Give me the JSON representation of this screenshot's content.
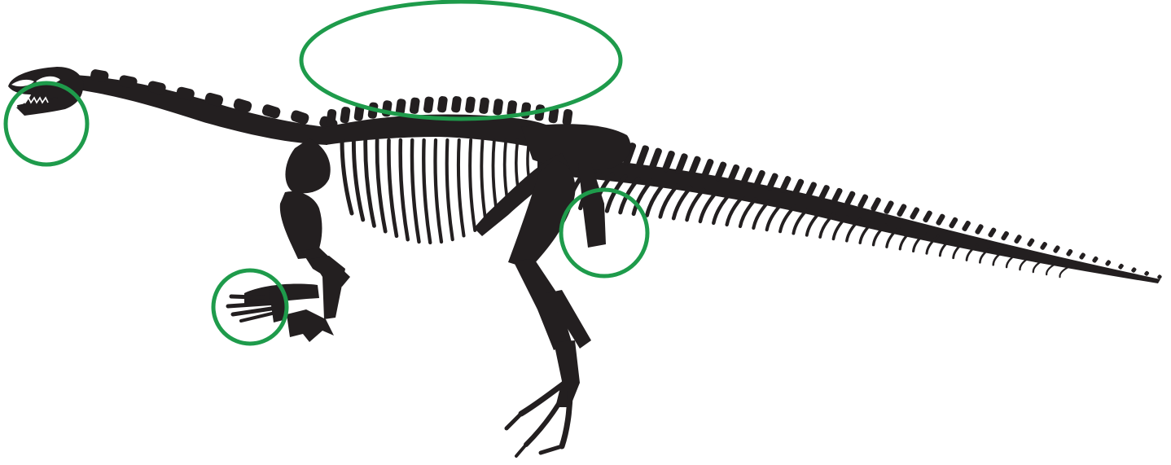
{
  "figure": {
    "subject": "sauropodomorph-skeleton",
    "bone_color": "#231f20",
    "highlight_color": "#1e9b4b",
    "background": "#ffffff"
  },
  "highlights": [
    {
      "name": "skull-highlight",
      "region": "skull"
    },
    {
      "name": "dorsal-spines-highlight",
      "region": "back vertebrae"
    },
    {
      "name": "forefoot-highlight",
      "region": "hand"
    },
    {
      "name": "pelvis-highlight",
      "region": "hip"
    }
  ]
}
